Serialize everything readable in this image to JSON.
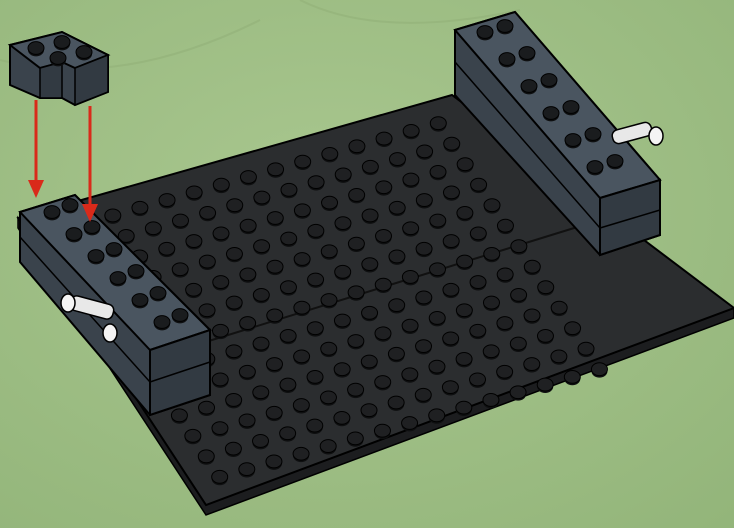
{
  "scene": {
    "background_color": "#9fbf86",
    "plate_top_color": "#2b2d2f",
    "plate_side_color": "#1c1d1f",
    "stud_color": "#1f2022",
    "brick_top_color": "#4a5560",
    "brick_side_color": "#3a434c",
    "brick_stud_color": "#1a1c1e",
    "arrow_color": "#d92a1a",
    "technic_pin_color": "#e8e8e8"
  },
  "parts": {
    "loose_brick": "l-shaped-brick-icon",
    "left_stack": "brick-stack-left",
    "right_stack": "brick-stack-right",
    "baseplate": "baseplate-icon",
    "arrows": 2
  }
}
